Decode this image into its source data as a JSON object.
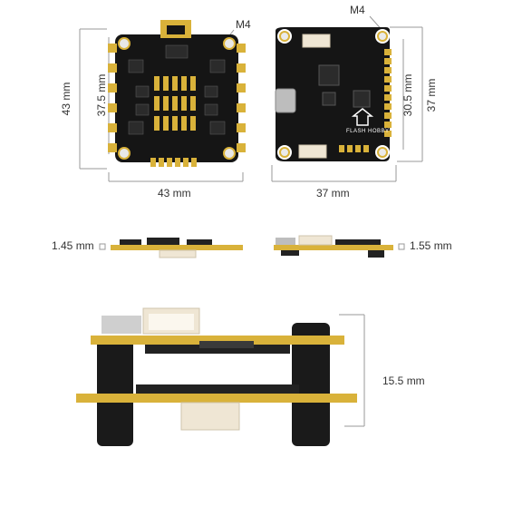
{
  "top_view": {
    "esc": {
      "width": "43 mm",
      "height": "43 mm",
      "mount_spacing": "37.5 mm",
      "screw": "M4"
    },
    "fc": {
      "width": "37 mm",
      "height": "37 mm",
      "mount_spacing": "30.5 mm",
      "screw": "M4",
      "brand": "FLASH HOBBY"
    }
  },
  "side_view": {
    "esc_thickness": "1.45 mm",
    "fc_thickness": "1.55 mm"
  },
  "stack_view": {
    "stack_height": "15.5 mm"
  },
  "colors": {
    "pcb": "#151515",
    "pad_gold": "#d9b23a",
    "standoff": "#1a1a1a",
    "connector": "#efe6d4",
    "dim_line": "#9a9a9a"
  }
}
